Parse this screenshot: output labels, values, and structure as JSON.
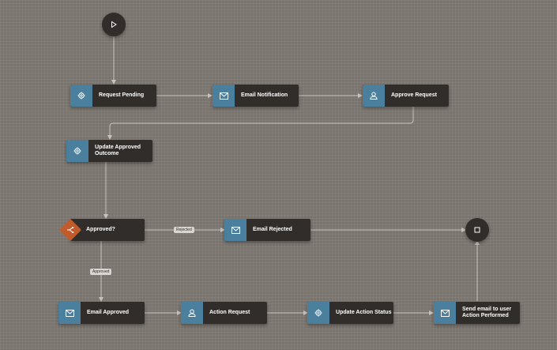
{
  "colors": {
    "node_bg": "#312d2a",
    "icon_bg": "#4a7f9e",
    "decision": "#c25b2c",
    "wire": "#c8c2bc"
  },
  "start": {
    "icon": "play-icon"
  },
  "end": {
    "icon": "stop-icon"
  },
  "nodes": {
    "request_pending": {
      "label": "Request Pending",
      "icon": "gear-icon"
    },
    "email_notification": {
      "label": "Email Notification",
      "icon": "envelope-icon"
    },
    "approve_request": {
      "label": "Approve Request",
      "icon": "user-icon"
    },
    "update_approved_outcome": {
      "label": "Update Approved\nOutcome",
      "icon": "gear-icon"
    },
    "approved_decision": {
      "label": "Approved?",
      "icon": "branch-icon"
    },
    "email_rejected": {
      "label": "Email Rejected",
      "icon": "envelope-icon"
    },
    "email_approved": {
      "label": "Email Approved",
      "icon": "envelope-icon"
    },
    "action_request": {
      "label": "Action Request",
      "icon": "user-icon"
    },
    "update_action_status": {
      "label": "Update Action Status",
      "icon": "gear-icon"
    },
    "send_email_user": {
      "label": "Send email to user\nAction Performed",
      "icon": "envelope-icon"
    }
  },
  "edges": {
    "rejected_label": "Rejected",
    "approved_label": "Approved"
  }
}
